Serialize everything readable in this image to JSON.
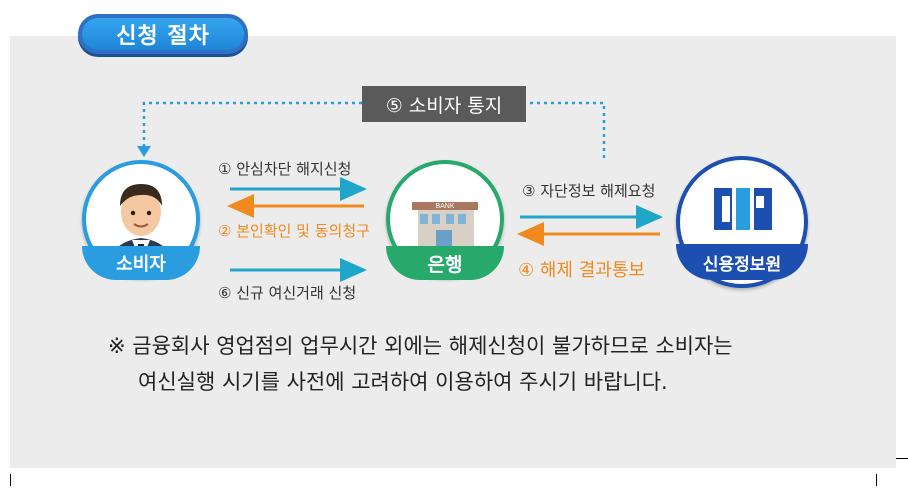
{
  "title": "신청 절차",
  "consumer": {
    "label": "소비자"
  },
  "bank": {
    "label": "은행",
    "sign": "BANK"
  },
  "credit": {
    "label": "신용정보원"
  },
  "steps": {
    "s1": "① 안심차단 해지신청",
    "s2": "② 본인확인 및 동의청구",
    "s3": "③ 자단정보 해제요청",
    "s4": "④ 해제 결과통보",
    "s5": "⑤ 소비자 통지",
    "s6": "⑥ 신규 여신거래 신청"
  },
  "note": {
    "line1": "※ 금융회사 영업점의 업무시간 외에는 해제신청이 불가하므로 소비자는",
    "line2": "여신실행 시기를 사전에 고려하여 이용하여 주시기 바랍니다."
  },
  "colors": {
    "teal_arrow": "#1fa6c9",
    "orange_arrow": "#f08a1f",
    "dotted_line": "#2a9de0",
    "consumer": "#2a9de0",
    "bank": "#26a96b",
    "credit": "#1d4fb0"
  }
}
